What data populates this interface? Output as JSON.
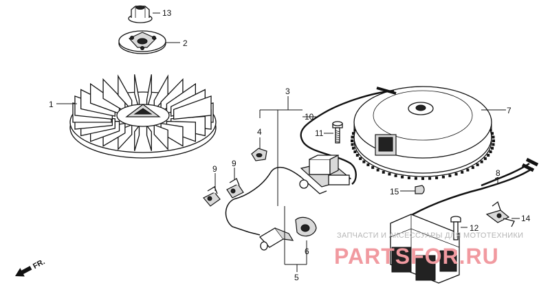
{
  "callouts": {
    "c1": "1",
    "c2": "2",
    "c3": "3",
    "c4": "4",
    "c5": "5",
    "c6": "6",
    "c7": "7",
    "c8": "8",
    "c9a": "9",
    "c9b": "9",
    "c10": "10",
    "c11": "11",
    "c12": "12",
    "c13": "13",
    "c14": "14",
    "c15": "15"
  },
  "direction": {
    "label": "FR."
  },
  "watermark": {
    "caption": "ЗАПЧАСТИ И АКСЕССУАРЫ ДЛЯ МОТОТЕХНИКИ",
    "brand": "PARTSFOR.RU"
  }
}
